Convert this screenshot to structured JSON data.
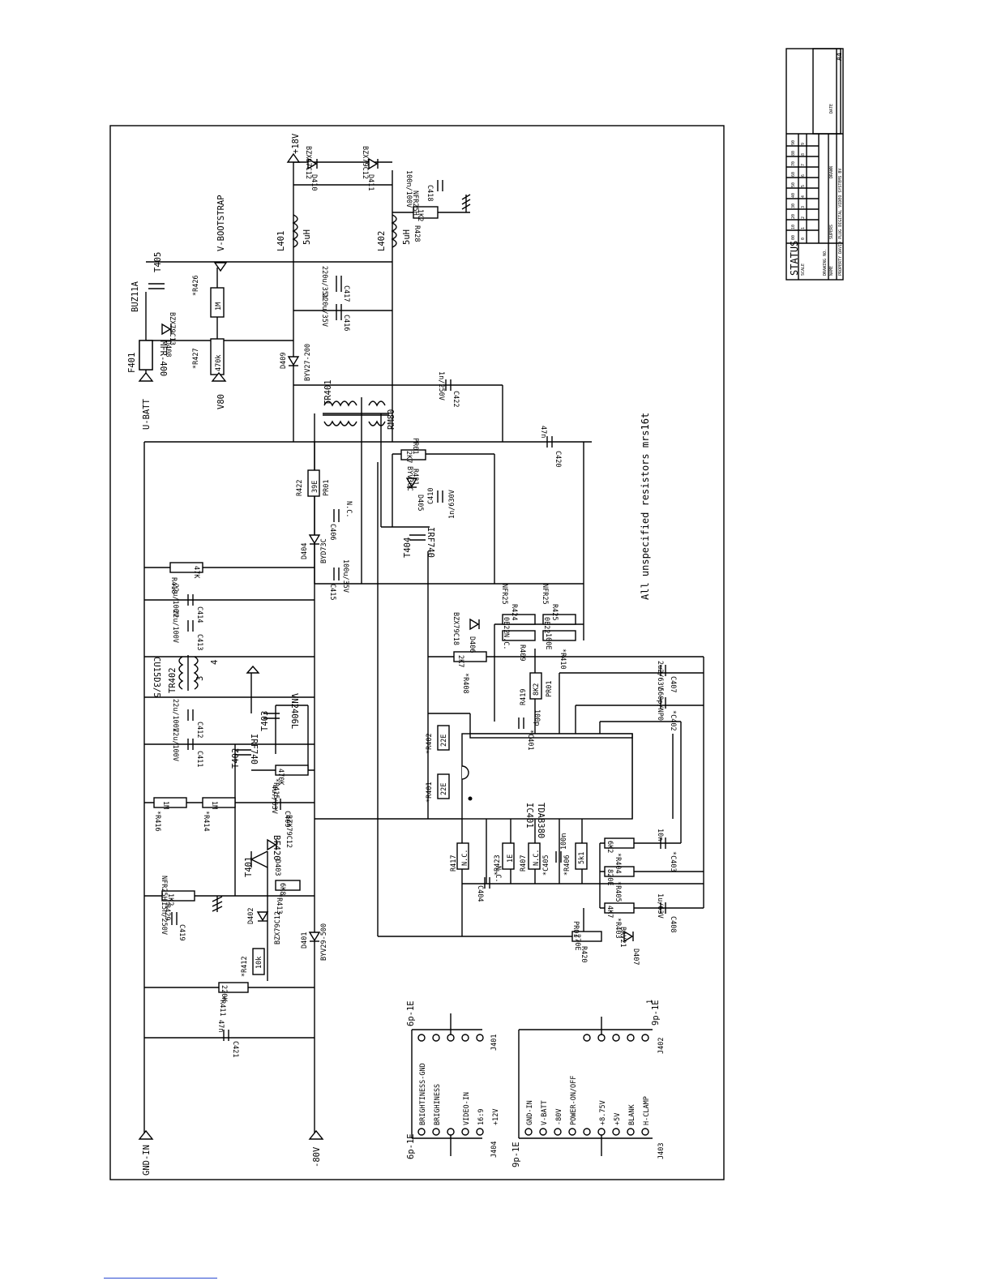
{
  "note": "All unspecified resistors mrs16t",
  "ic": {
    "ref": "IC401",
    "part": "TDA8380"
  },
  "supply_labels": [
    "+18V",
    "V-BOOTSTRAP",
    "U-BATT",
    "V80",
    "GND-IN",
    "-80V"
  ],
  "transformers": [
    {
      "ref": "TR401",
      "part": "RM80"
    },
    {
      "ref": "TR402",
      "part": "CU15D3/5",
      "pin_a": "3",
      "pin_b": "4"
    }
  ],
  "transistors": [
    {
      "ref": "T405",
      "part": "BUZ11A"
    },
    {
      "ref": "T404",
      "part": "IRF740"
    },
    {
      "ref": "T403",
      "part": "VN2406L"
    },
    {
      "ref": "T402",
      "part": "IRF740"
    },
    {
      "ref": "T401",
      "part": "BF420"
    }
  ],
  "fuse": {
    "ref": "F401",
    "part": "MFR-400"
  },
  "inductors": [
    {
      "ref": "L401",
      "value": "5uH"
    },
    {
      "ref": "L402",
      "value": "5uH"
    }
  ],
  "diodes": [
    {
      "ref": "D410",
      "part": "BZX97C12"
    },
    {
      "ref": "D411",
      "part": "BZX79C12"
    },
    {
      "ref": "D408",
      "part": "BZX79C13"
    },
    {
      "ref": "D409",
      "part": "BYV27-200"
    },
    {
      "ref": "D405",
      "part": "BYV36C"
    },
    {
      "ref": "D404",
      "part": "BYD73C"
    },
    {
      "ref": "D406",
      "part": "BZX79C18"
    },
    {
      "ref": "D403",
      "part": "BZX79C12"
    },
    {
      "ref": "D402",
      "part": "BZX79C12"
    },
    {
      "ref": "D401",
      "part": "BYV29-500"
    },
    {
      "ref": "D407",
      "part": "BAV21"
    }
  ],
  "resistors": [
    {
      "ref": "*R426",
      "value": "1M"
    },
    {
      "ref": "*R427",
      "value": "470k"
    },
    {
      "ref": "R428",
      "value": "1K2",
      "note": "NFR25H"
    },
    {
      "ref": "R421",
      "value": "2K7",
      "note": "PR01"
    },
    {
      "ref": "R422",
      "value": "39E",
      "note": "PR01"
    },
    {
      "ref": "R418",
      "value": "47K"
    },
    {
      "ref": "R424",
      "value": "0E22",
      "note": "NFR25"
    },
    {
      "ref": "R425",
      "value": "0E22",
      "note": "NFR25"
    },
    {
      "ref": "R409",
      "value": "N.C."
    },
    {
      "ref": "*R410",
      "value": "100E"
    },
    {
      "ref": "*R408",
      "value": "2K7"
    },
    {
      "ref": "R419",
      "value": "8K2",
      "note": "PR01"
    },
    {
      "ref": "*R402",
      "value": "22E"
    },
    {
      "ref": "*R401",
      "value": "22E"
    },
    {
      "ref": "*R415",
      "value": "470K"
    },
    {
      "ref": "*R414",
      "value": "1M"
    },
    {
      "ref": "*R416",
      "value": "1M"
    },
    {
      "ref": "R429",
      "value": "1K2",
      "note": "NFR25H"
    },
    {
      "ref": "*R413",
      "value": "6K8"
    },
    {
      "ref": "*R412",
      "value": "10k"
    },
    {
      "ref": "*R411",
      "value": "220K"
    },
    {
      "ref": "R417",
      "value": "N.C."
    },
    {
      "ref": "*R423",
      "value": "1E"
    },
    {
      "ref": "R407",
      "value": "N.C."
    },
    {
      "ref": "*R406",
      "value": "5k1"
    },
    {
      "ref": "*R404",
      "value": "6K2"
    },
    {
      "ref": "*R405",
      "value": "820E"
    },
    {
      "ref": "*R403",
      "value": "4K7"
    },
    {
      "ref": "R420",
      "value": "270E",
      "note": "PR01"
    }
  ],
  "capacitors": [
    {
      "ref": "C418",
      "value": "100n/100V"
    },
    {
      "ref": "C417",
      "value": "220u/35V"
    },
    {
      "ref": "C416",
      "value": "220u/35V"
    },
    {
      "ref": "C422",
      "value": "1n/250V"
    },
    {
      "ref": "C420",
      "value": "47n"
    },
    {
      "ref": "C410",
      "value": "1n/630V"
    },
    {
      "ref": "C406",
      "value": "N.C."
    },
    {
      "ref": "C415",
      "value": "100u/35V"
    },
    {
      "ref": "C414",
      "value": "22u/100V"
    },
    {
      "ref": "C413",
      "value": "22u/100V"
    },
    {
      "ref": "C412",
      "value": "22u/100V"
    },
    {
      "ref": "C411",
      "value": "22u/100V"
    },
    {
      "ref": "C409",
      "value": "4u7/63V"
    },
    {
      "ref": "*C401",
      "value": "100p"
    },
    {
      "ref": "C407",
      "value": "2u2/63V"
    },
    {
      "ref": "*C402",
      "value": "560p/NP0"
    },
    {
      "ref": "*C403",
      "value": "10n"
    },
    {
      "ref": "C404",
      "value": "N.C."
    },
    {
      "ref": "*C405",
      "value": "100n"
    },
    {
      "ref": "C408",
      "value": "1u/63V"
    },
    {
      "ref": "C419",
      "value": "15n/250V"
    },
    {
      "ref": "C421",
      "value": "47n"
    }
  ],
  "connectors": {
    "J404": {
      "type": "6p-1E",
      "pins": [
        "BRIGHTINESS-GND",
        "BRIGHINESS",
        "",
        "VIDEO-IN",
        "16:9",
        "+12V"
      ]
    },
    "J401": {
      "type": "6p-1E"
    },
    "J403": {
      "type": "9p-1E",
      "pins": [
        "GND-IN",
        "V-BATT",
        "-80V",
        "POWER-ON/OFF",
        "",
        "+8.75V",
        "+5V",
        "BLANK",
        "H-CLAMP"
      ]
    },
    "J402": {
      "type": "9p-1E",
      "pin1": "1"
    }
  },
  "title_block": {
    "status": "STATUS",
    "scale": "SCALE",
    "digits_top": [
      "00",
      "10",
      "20",
      "30",
      "40",
      "50",
      "60",
      "70",
      "80",
      "90"
    ],
    "digits_bottom": [
      "0",
      "1",
      "2",
      "3",
      "4",
      "5",
      "6",
      "7",
      "8",
      "9"
    ],
    "drawing_label": "DRAWING NO.",
    "name": "NAME",
    "supers": "SUPERS",
    "drawn": "DRAWN",
    "date": "DATE",
    "size": "A4",
    "property": "PROPERTY DAVID PLUG DIGITAL VIDEO SYSTEMS BV"
  }
}
